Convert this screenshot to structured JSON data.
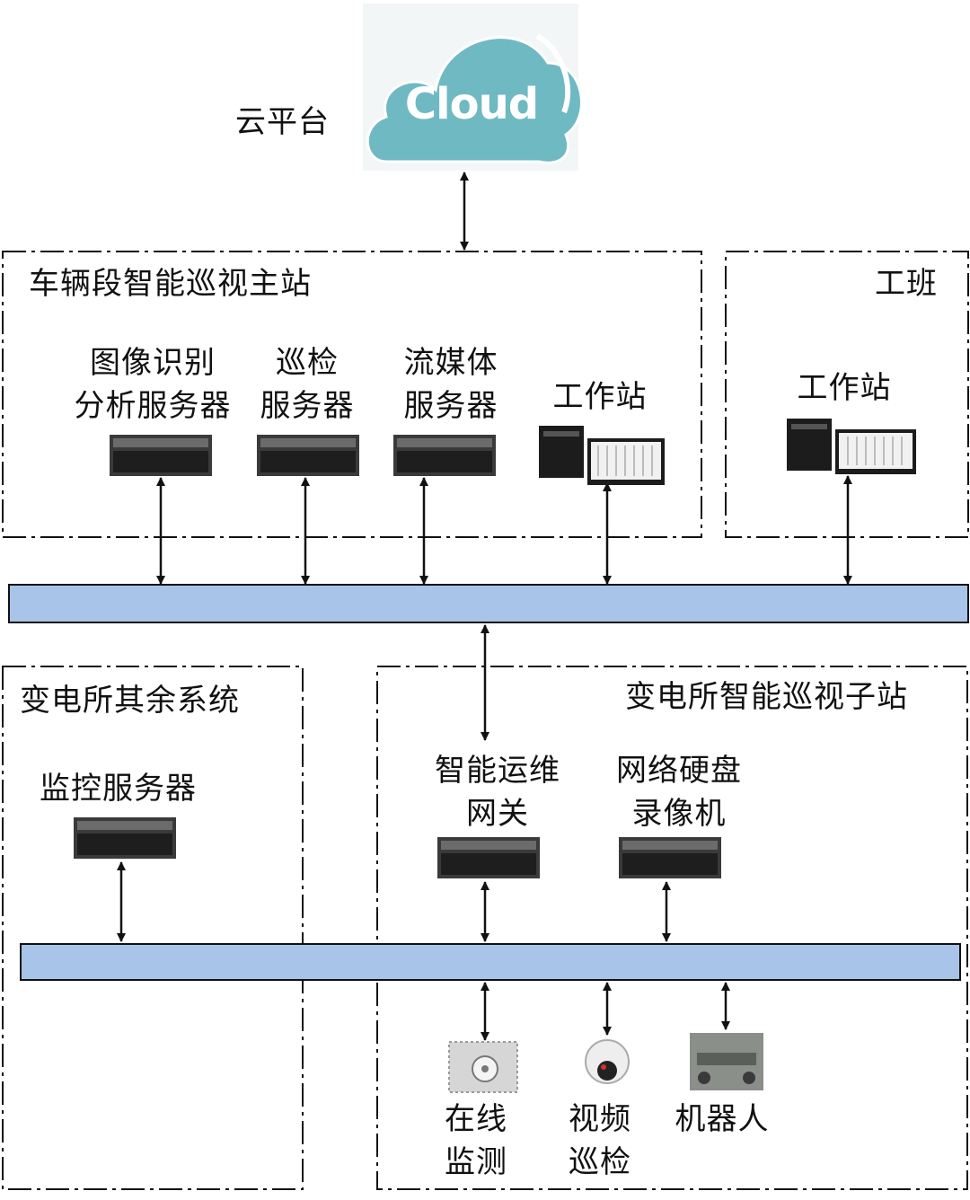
{
  "cloud": {
    "label": "云平台",
    "text": "Cloud"
  },
  "master_station": {
    "title": "车辆段智能巡视主站",
    "nodes": [
      {
        "line1": "图像识别",
        "line2": "分析服务器"
      },
      {
        "line1": "巡检",
        "line2": "服务器"
      },
      {
        "line1": "流媒体",
        "line2": "服务器"
      },
      {
        "line1": "工作站"
      }
    ]
  },
  "work_team": {
    "title": "工班",
    "workstation": "工作站"
  },
  "other_systems": {
    "title": "变电所其余系统",
    "monitor_server": "监控服务器"
  },
  "substation": {
    "title": "变电所智能巡视子站",
    "gateway": {
      "line1": "智能运维",
      "line2": "网关"
    },
    "nvr": {
      "line1": "网络硬盘",
      "line2": "录像机"
    },
    "devices": [
      {
        "line1": "在线",
        "line2": "监测"
      },
      {
        "line1": "视频",
        "line2": "巡检"
      },
      {
        "line1": "机器人"
      }
    ]
  },
  "colors": {
    "bus_fill": "#a8c4e8",
    "cloud_fill": "#6fb9c2",
    "line": "#111111"
  }
}
